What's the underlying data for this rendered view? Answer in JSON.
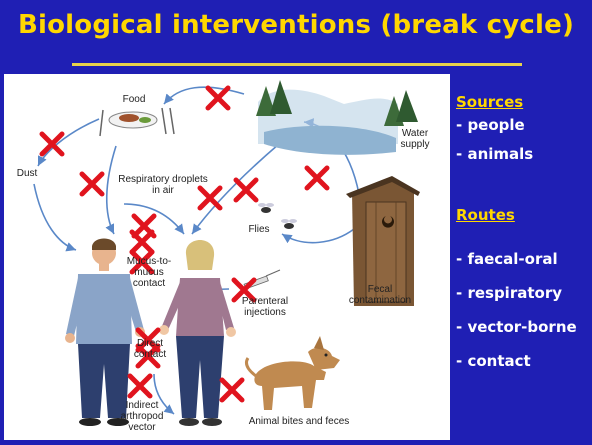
{
  "slide": {
    "title": "Biological interventions  (break cycle)",
    "colors": {
      "background": "#1f1fb4",
      "title": "#ffd700",
      "cross": "#e0141e"
    }
  },
  "diagram": {
    "labels": {
      "food": "Food",
      "dust": "Dust",
      "water_supply": "Water supply",
      "respiratory": "Respiratory droplets in air",
      "flies": "Flies",
      "fecal": "Fecal contamination",
      "mucus": "Mucus-to-mucus contact",
      "parenteral": "Parenteral injections",
      "direct": "Direct contact",
      "indirect": "Indirect arthropod vector",
      "animal": "Animal bites and feces"
    },
    "icons": [
      "food-plate-icon",
      "trees-lake-icon",
      "outhouse-icon",
      "fly-icon",
      "syringe-icon",
      "dog-icon",
      "man-figure",
      "woman-figure",
      "red-cross-icon"
    ]
  },
  "sidebar": {
    "sources_heading": "Sources",
    "sources": [
      "- people",
      "- animals"
    ],
    "routes_heading": "Routes",
    "routes": [
      "- faecal-oral",
      "- respiratory",
      "- vector-borne",
      "- contact"
    ]
  }
}
